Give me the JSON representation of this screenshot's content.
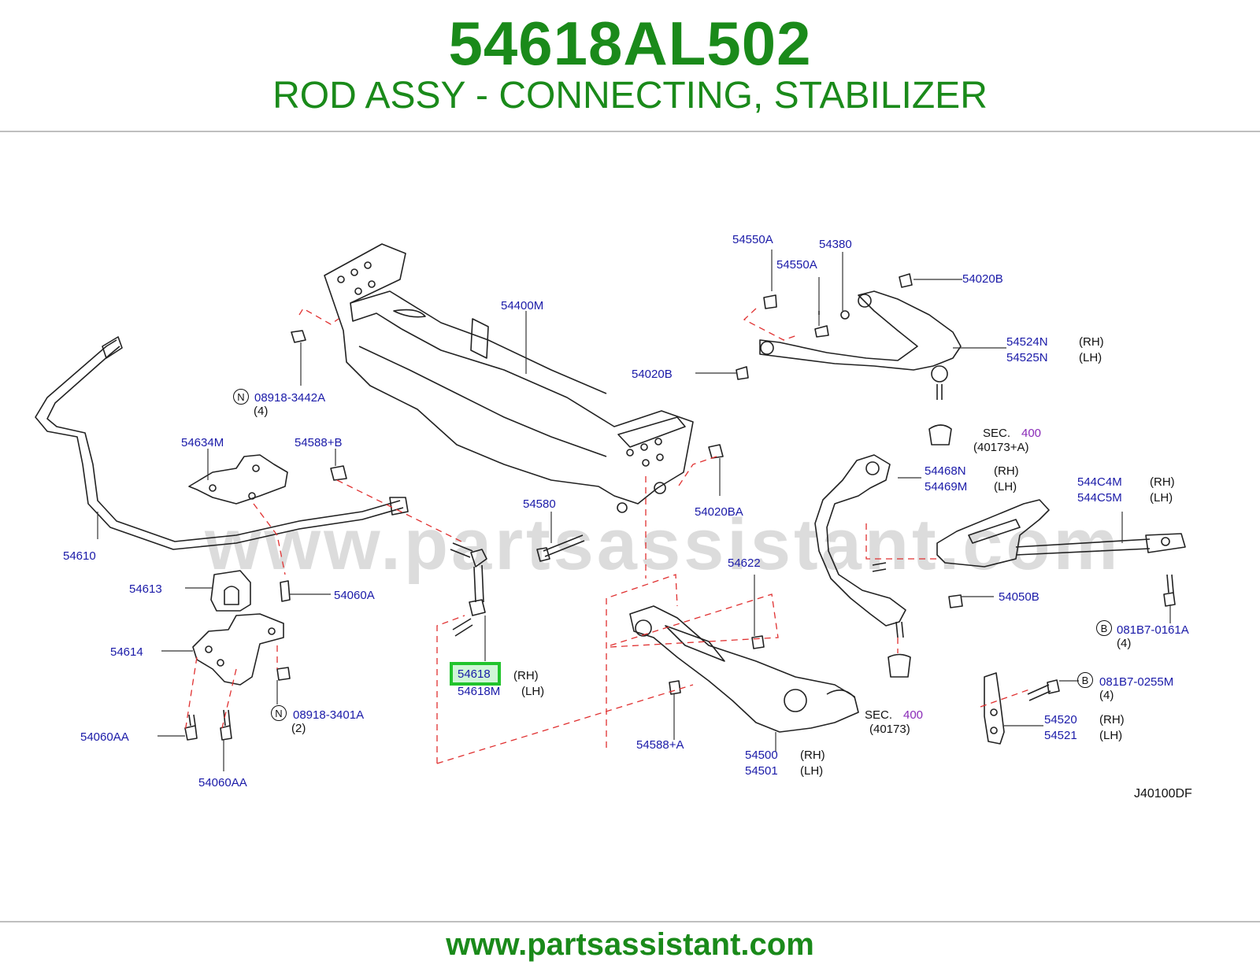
{
  "header": {
    "part_number": "54618AL502",
    "description": "ROD ASSY - CONNECTING, STABILIZER"
  },
  "footer": {
    "url": "www.partsassistant.com"
  },
  "watermark": "www.partsassistant.com",
  "diagram_code": "J40100DF",
  "highlight_part": "54618",
  "labels": {
    "p54550A_1": "54550A",
    "p54380": "54380",
    "p54550A_2": "54550A",
    "p54020B_1": "54020B",
    "p54400M": "54400M",
    "p54524N": "54524N",
    "p54525N": "54525N",
    "p54020B_2": "54020B",
    "p08918_3442A": "08918-3442A",
    "p54634M": "54634M",
    "p54588B": "54588+B",
    "p54610": "54610",
    "p54580": "54580",
    "p54020BA": "54020BA",
    "p54468N": "54468N",
    "p54469M": "54469M",
    "p544C4M": "544C4M",
    "p544C5M": "544C5M",
    "p54613": "54613",
    "p54060A": "54060A",
    "p54622": "54622",
    "p54050B": "54050B",
    "p081B7_0161A": "081B7-0161A",
    "p54614": "54614",
    "p54618": "54618",
    "p54618M": "54618M",
    "p08918_3401A": "08918-3401A",
    "p081B7_0255M": "081B7-0255M",
    "p54060AA_1": "54060AA",
    "p54060AA_2": "54060AA",
    "p54588A": "54588+A",
    "p54500": "54500",
    "p54501": "54501",
    "p54520": "54520",
    "p54521": "54521",
    "sec_text": "SEC.",
    "sec_number": "400",
    "sec_ref_1": "(40173+A)",
    "sec_ref_2": "(40173)",
    "rh": "(RH)",
    "lh": "(LH)",
    "qty_4": "(4)",
    "qty_2": "(2)",
    "mark_n": "N",
    "mark_b": "B"
  },
  "colors": {
    "brand_green": "#1a8a1a",
    "label_blue": "#1a1aa8",
    "section_purple": "#8a2bb8",
    "highlight_green": "#21c42c",
    "dashed_red": "#e03030"
  }
}
